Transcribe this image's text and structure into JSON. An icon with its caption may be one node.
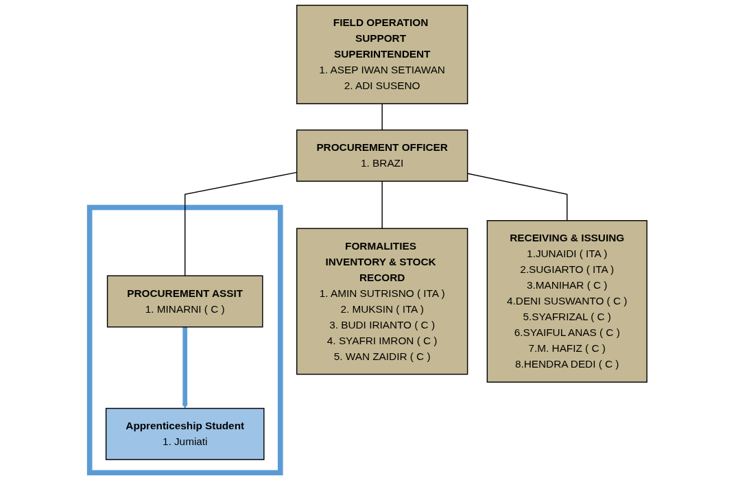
{
  "diagram": {
    "nodes": [
      {
        "text": [
          "FIELD OPERATION SUPPORT SUPERINTENDENT",
          "1. ASEP IWAN SETIAWAN",
          "2. ADI SUSENO"
        ]
      },
      {
        "text": [
          "PROCUREMENT OFFICER",
          "1. BRAZI"
        ]
      },
      {
        "text": [
          "FORMALITIES INVENTORY & STOCK RECORD",
          "1. AMIN SUTRISNO ( ITA )",
          "2. MUKSIN ( ITA )",
          "3. BUDI IRIANTO ( C )",
          "4. SYAFRI IMRON ( C )",
          "5. WAN ZAIDIR ( C )"
        ]
      },
      {
        "text": [],
        "shape": "box"
      },
      {
        "text": [
          "PROCUREMENT ASSIT",
          "1. MINARNI ( C )"
        ],
        "in": 3
      },
      {
        "text": [
          "Apprenticeship Student",
          "1. Jumiati"
        ],
        "in": 3
      },
      {
        "text": [
          "RECEIVING & ISSUING",
          "1.JUNAIDI ( ITA )",
          "2.SUGIARTO ( ITA )",
          "3.MANIHAR ( C )",
          "4.DENI SUSWANTO ( C )",
          "5.SYAFRIZAL ( C )",
          "6.SYAIFUL ANAS ( C )",
          "7.M. HAFIZ ( C )",
          "8.HENDRA DEDI ( C )"
        ]
      }
    ],
    "edges": [
      {
        "from": 0,
        "to": 1,
        "arrow": "none"
      },
      {
        "from": 1,
        "to": 2,
        "arrow": "none"
      },
      {
        "from": 1,
        "to": 4,
        "arrow": "none"
      },
      {
        "from": 1,
        "to": 6,
        "arrow": "none"
      },
      {
        "from": 4,
        "to": 5,
        "arrow": "to",
        "color": "#5b9bd5",
        "style": "thick"
      }
    ]
  }
}
